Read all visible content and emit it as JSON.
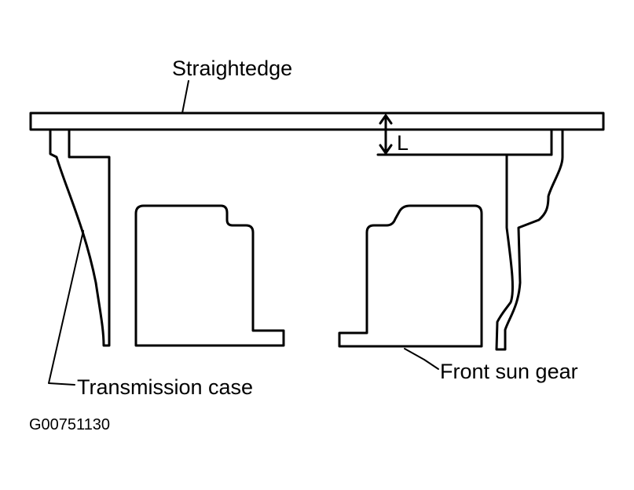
{
  "labels": {
    "straightedge": "Straightedge",
    "dimension": "L",
    "transmission_case": "Transmission case",
    "front_sun_gear": "Front sun gear",
    "figure_code": "G00751130"
  },
  "colors": {
    "line": "#000000",
    "background": "#ffffff"
  }
}
